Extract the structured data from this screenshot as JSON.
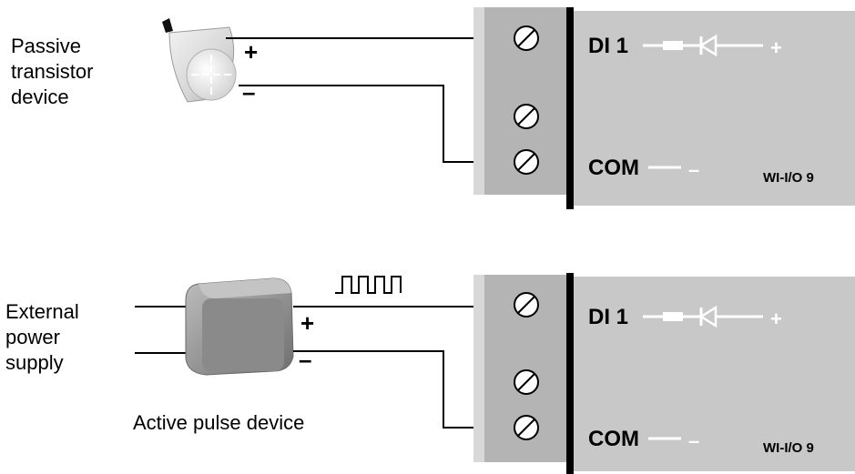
{
  "colors": {
    "module": "#c8c8c8",
    "terminal_block": "#b4b4b4",
    "terminal_edge": "#d8d8d8",
    "divider": "#000000",
    "wire": "#000000",
    "active_device": "#8a8a8a",
    "passive_device": "#e8e8e8"
  },
  "top_circuit": {
    "device_label": [
      "Passive",
      "transistor",
      "device"
    ],
    "plus": "+",
    "minus": "–",
    "module": {
      "input_label": "DI 1",
      "input_sign": "+",
      "common_label": "COM",
      "common_sign": "–",
      "model": "WI-I/O 9"
    }
  },
  "bottom_circuit": {
    "supply_label": [
      "External",
      "power",
      "supply"
    ],
    "device_label": "Active pulse device",
    "plus": "+",
    "minus": "–",
    "module": {
      "input_label": "DI 1",
      "input_sign": "+",
      "common_label": "COM",
      "common_sign": "–",
      "model": "WI-I/O 9"
    }
  }
}
